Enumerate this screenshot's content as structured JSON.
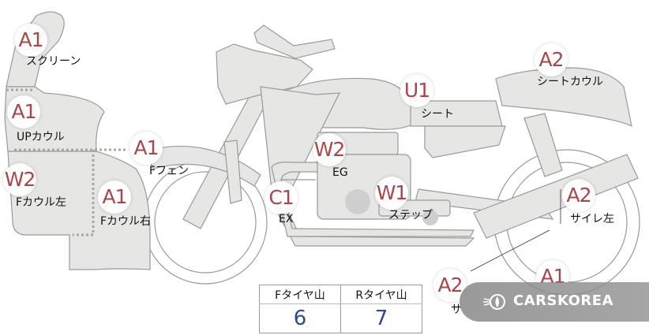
{
  "parts": [
    {
      "id": "screen",
      "grade": "A1",
      "label": "スクリーン"
    },
    {
      "id": "up-cowl",
      "grade": "A1",
      "label": "UPカウル"
    },
    {
      "id": "f-cowl-left",
      "grade": "W2",
      "label": "Fカウル左"
    },
    {
      "id": "f-cowl-right",
      "grade": "A1",
      "label": "Fカウル右"
    },
    {
      "id": "f-fender",
      "grade": "A1",
      "label": "Fフェン"
    },
    {
      "id": "engine",
      "grade": "W2",
      "label": "EG"
    },
    {
      "id": "exhaust",
      "grade": "C1",
      "label": "EX"
    },
    {
      "id": "step",
      "grade": "W1",
      "label": "ステップ"
    },
    {
      "id": "seat",
      "grade": "U1",
      "label": "シート"
    },
    {
      "id": "seat-cowl",
      "grade": "A2",
      "label": "シートカウル"
    },
    {
      "id": "side-cover-left",
      "grade": "A2",
      "label": "サイレ左"
    },
    {
      "id": "side-cover-right",
      "grade": "A2",
      "label": "サ"
    },
    {
      "id": "rear-extra",
      "grade": "A1",
      "label": ""
    }
  ],
  "tires": {
    "front_label": "Fタイヤ山",
    "front_value": "6",
    "rear_label": "Rタイヤ山",
    "rear_value": "7"
  },
  "brand": {
    "name": "CARSKOREA",
    "logo_icon": "carskorea-flame-logo"
  },
  "colors": {
    "grade": "#a8474b",
    "tire_value": "#2f4a8a",
    "part_fill": "#e6e6e4",
    "outline": "#9a9a9a"
  }
}
